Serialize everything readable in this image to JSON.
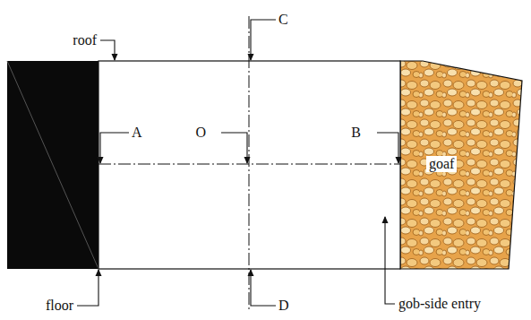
{
  "diagram": {
    "labels": [
      "roof",
      "C",
      "A",
      "O",
      "B",
      "goaf",
      "floor",
      "D",
      "gob-side entry"
    ]
  }
}
